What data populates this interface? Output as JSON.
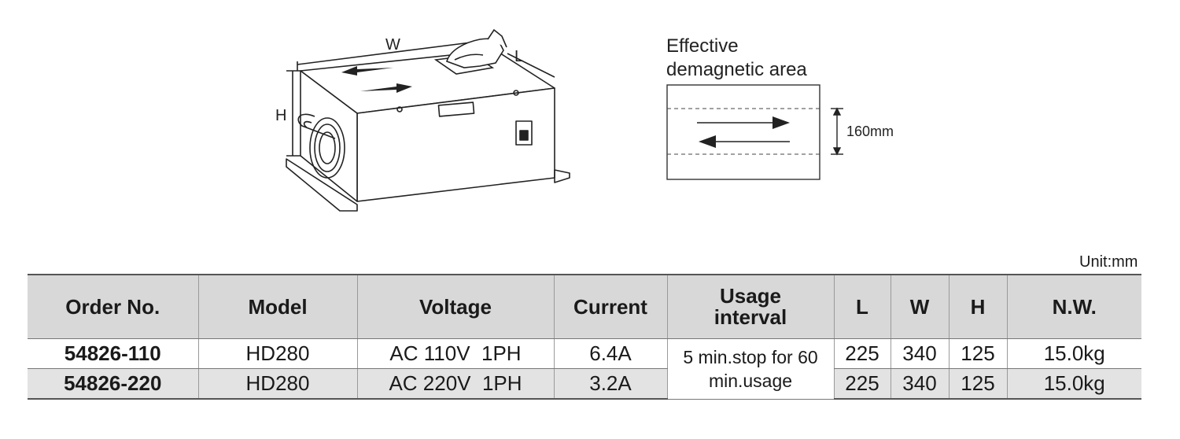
{
  "diagram": {
    "dims": {
      "w": "W",
      "l": "L",
      "h": "H"
    },
    "area_title_line1": "Effective",
    "area_title_line2": "demagnetic area",
    "area_dimension": "160mm"
  },
  "unit_label": "Unit:mm",
  "table": {
    "headers": {
      "order_no": "Order No.",
      "model": "Model",
      "voltage": "Voltage",
      "current": "Current",
      "usage_line1": "Usage",
      "usage_line2": "interval",
      "l": "L",
      "w": "W",
      "h": "H",
      "nw": "N.W."
    },
    "usage_interval_line1": "5 min.stop for 60",
    "usage_interval_line2": "min.usage",
    "rows": [
      {
        "order_no": "54826-110",
        "model": "HD280",
        "voltage": "AC 110V  1PH",
        "current": "6.4A",
        "l": "225",
        "w": "340",
        "h": "125",
        "nw": "15.0kg"
      },
      {
        "order_no": "54826-220",
        "model": "HD280",
        "voltage": "AC 220V  1PH",
        "current": "3.2A",
        "l": "225",
        "w": "340",
        "h": "125",
        "nw": "15.0kg"
      }
    ]
  }
}
